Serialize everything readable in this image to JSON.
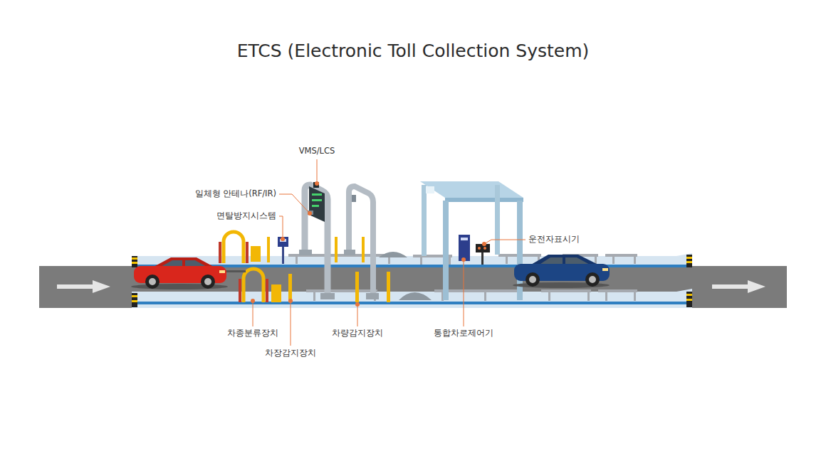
{
  "diagram": {
    "title": "ETCS (Electronic Toll Collection System)",
    "labels": [
      "VMS/LCS",
      "일체형 안테나(RF/IR)",
      "면탈방지시스템",
      "운전자표시기",
      "차종분류장치",
      "차장감지장치",
      "차량감지장치",
      "통합차로제어기"
    ]
  }
}
